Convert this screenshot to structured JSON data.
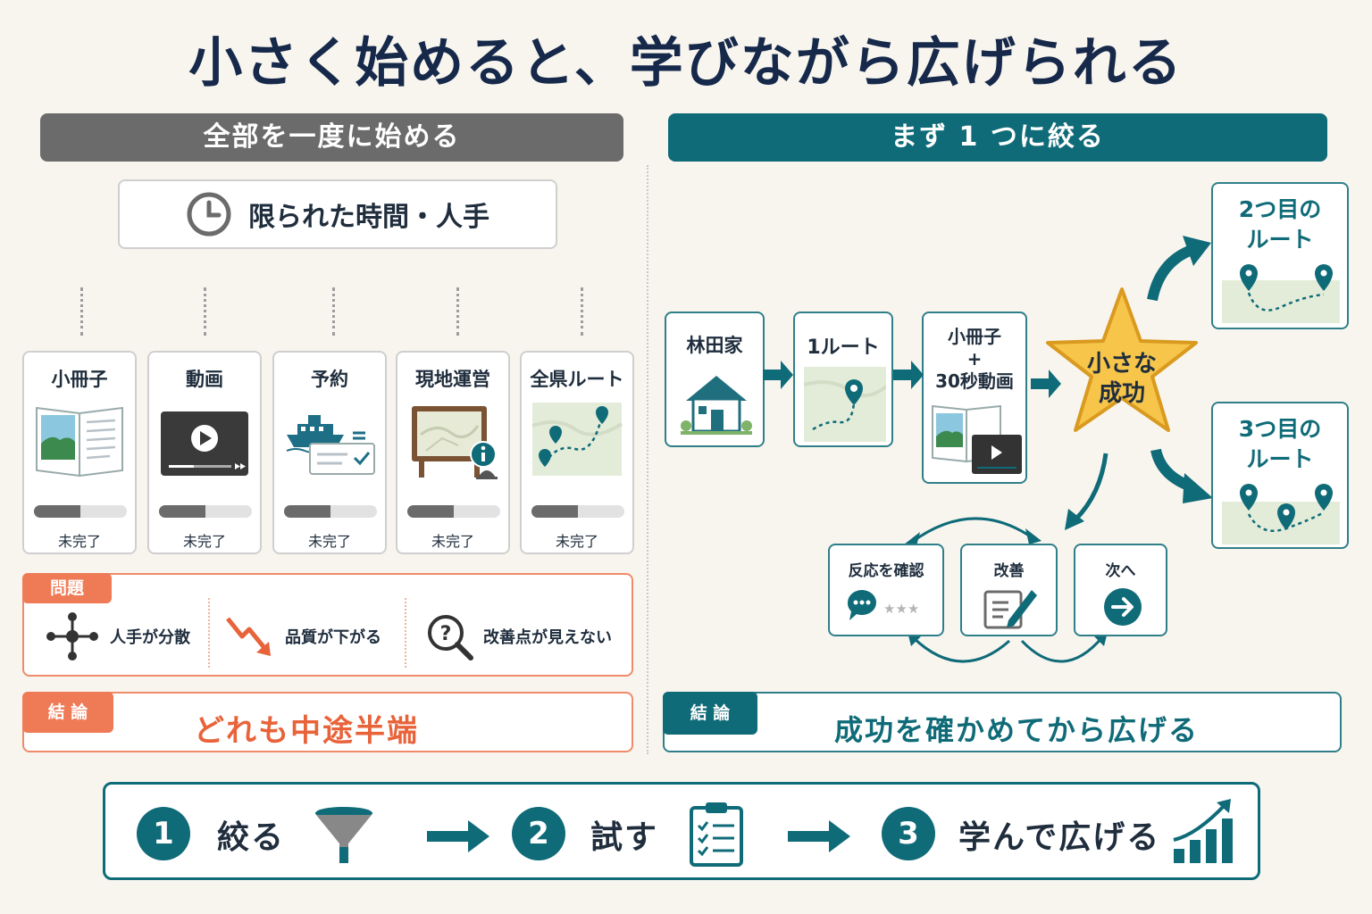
{
  "title": "小さく始めると、学びながら広げられる",
  "left": {
    "header": "全部を一度に始める",
    "constraint": "限られた時間・人手",
    "items": [
      {
        "label": "小冊子",
        "status": "未完了",
        "progress": 0.5
      },
      {
        "label": "動画",
        "status": "未完了",
        "progress": 0.5
      },
      {
        "label": "予約",
        "status": "未完了",
        "progress": 0.5
      },
      {
        "label": "現地運営",
        "status": "未完了",
        "progress": 0.5
      },
      {
        "label": "全県ルート",
        "status": "未完了",
        "progress": 0.5
      }
    ],
    "problem_tag": "問題",
    "problems": [
      "人手が分散",
      "品質が下がる",
      "改善点が見えない"
    ],
    "conclusion_tag": "結 論",
    "conclusion": "どれも中途半端"
  },
  "right": {
    "header": "まず 1 つに絞る",
    "flow": [
      {
        "label": "林田家"
      },
      {
        "label": "1ルート"
      },
      {
        "label_lines": [
          "小冊子",
          "+",
          "30秒動画"
        ]
      }
    ],
    "star_lines": [
      "小さな",
      "成功"
    ],
    "expansions": [
      {
        "lines": [
          "2つ目の",
          "ルート"
        ]
      },
      {
        "lines": [
          "3つ目の",
          "ルート"
        ]
      }
    ],
    "loop": [
      "反応を確認",
      "改善",
      "次へ"
    ],
    "conclusion_tag": "結 論",
    "conclusion": "成功を確かめてから広げる"
  },
  "steps": [
    {
      "num": "1",
      "label": "絞る",
      "icon": "funnel-icon"
    },
    {
      "num": "2",
      "label": "試す",
      "icon": "checklist-icon"
    },
    {
      "num": "3",
      "label": "学んで広げる",
      "icon": "growth-chart-icon"
    }
  ],
  "colors": {
    "teal": "#0f6b78",
    "orange": "#ef7a56",
    "gray": "#6b6b6b",
    "star": "#f6c54a",
    "navy": "#16294a"
  }
}
